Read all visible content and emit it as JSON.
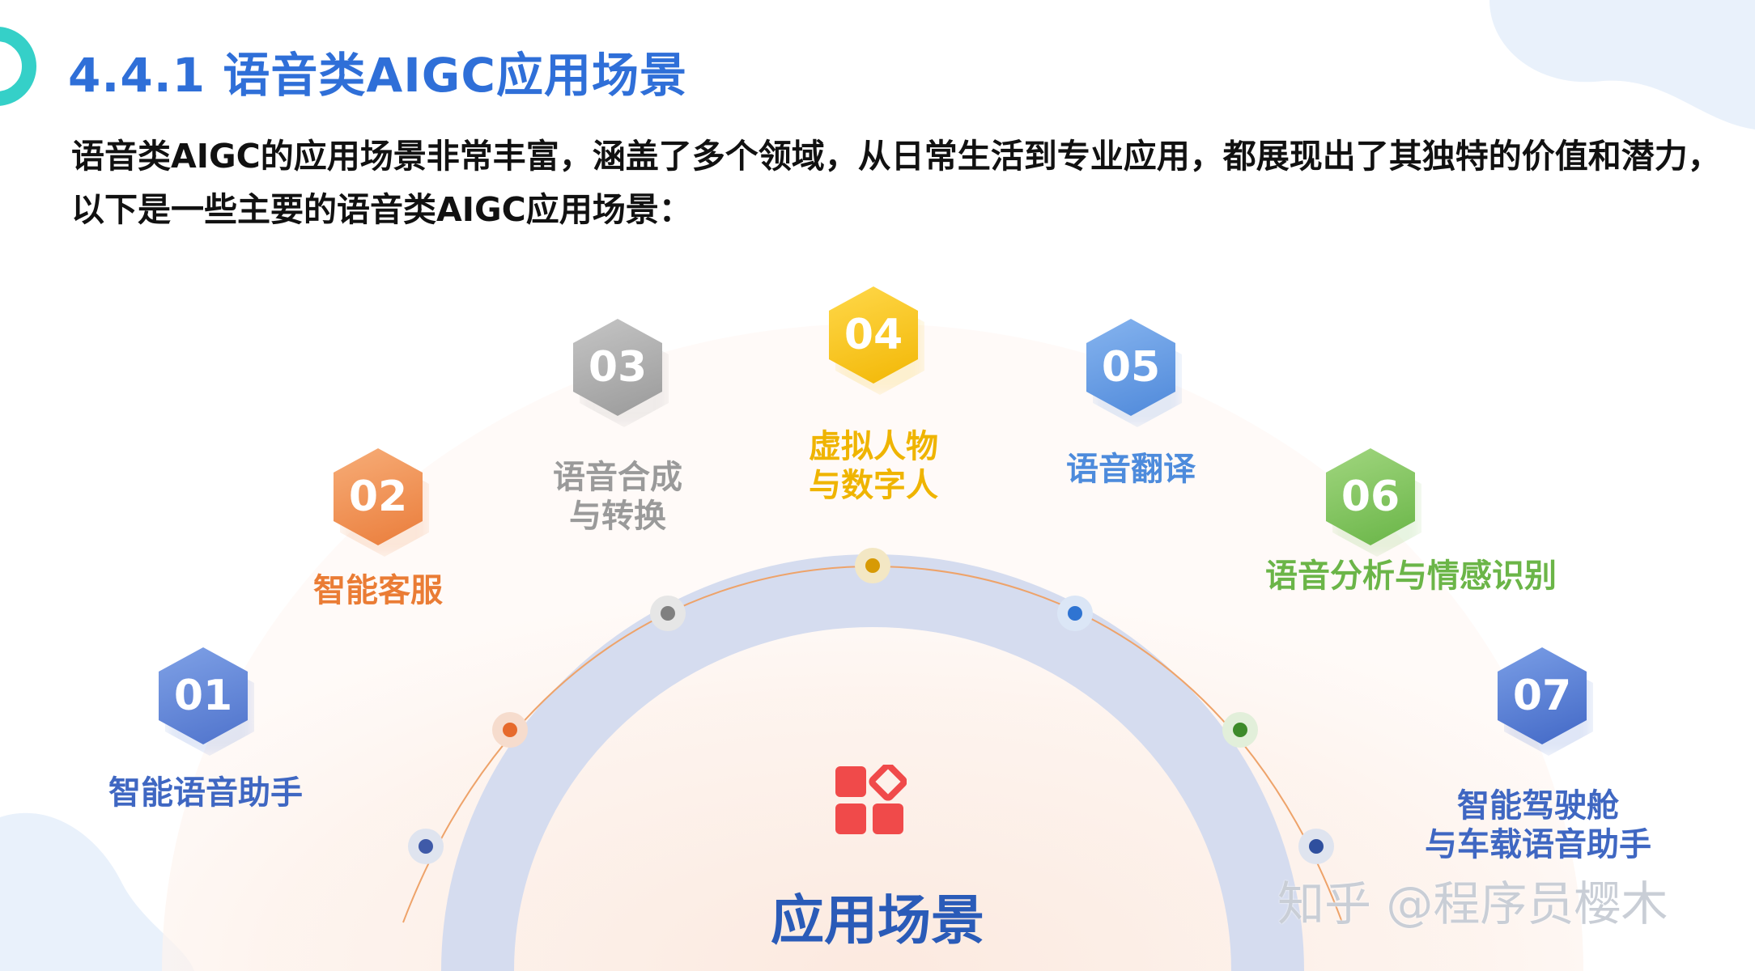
{
  "header": {
    "title": "4.4.1 语音类AIGC应用场景"
  },
  "intro": {
    "line1": "语音类AIGC的应用场景非常丰富，涵盖了多个领域，从日常生活到专业应用，都展现出了其独特的价值和潜力，",
    "line2": "以下是一些主要的语音类AIGC应用场景："
  },
  "scenarios": [
    {
      "number": "01",
      "label_lines": [
        "智能语音助手"
      ],
      "color": "#5b83d6"
    },
    {
      "number": "02",
      "label_lines": [
        "智能客服"
      ],
      "color": "#ef8f4f"
    },
    {
      "number": "03",
      "label_lines": [
        "语音合成",
        "与转换"
      ],
      "color": "#a9a9a9"
    },
    {
      "number": "04",
      "label_lines": [
        "虚拟人物",
        "与数字人"
      ],
      "color": "#f5c21a"
    },
    {
      "number": "05",
      "label_lines": [
        "语音翻译"
      ],
      "color": "#5e97e4"
    },
    {
      "number": "06",
      "label_lines": [
        "语音分析与情感识别"
      ],
      "color": "#7dc25a"
    },
    {
      "number": "07",
      "label_lines": [
        "智能驾驶舱",
        "与车载语音助手"
      ],
      "color": "#4e76d1"
    }
  ],
  "center": {
    "title": "应用场景",
    "icon": "apps-grid-icon",
    "icon_color": "#f04a4a"
  },
  "watermark": "知乎 @程序员樱木",
  "colors": {
    "title": "#2f6fd8",
    "arc_band": "#d5dcef",
    "outer_glow": "#fdeee6"
  }
}
